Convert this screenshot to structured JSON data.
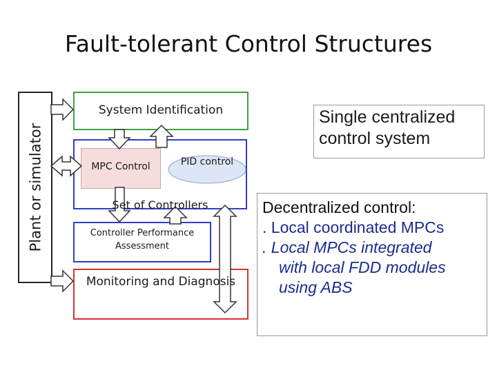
{
  "title": "Fault-tolerant Control Structures",
  "plant_label": "Plant or simulator",
  "blocks": {
    "system_identification": "System Identification",
    "mpc_control": "MPC Control",
    "pid_control": "PID control",
    "set_of_controllers": "Set of Controllers",
    "controller_performance": "Controller Performance Assessment",
    "monitoring": "Monitoring and Diagnosis"
  },
  "notes": {
    "single": "Single centralized control system",
    "decentralized_lines": [
      "Decentralized control:",
      ". Local coordinated MPCs",
      ". Local MPCs integrated",
      "with local FDD modules",
      "using ABS"
    ]
  },
  "colors": {
    "identification_border": "#3aa340",
    "controllers_border": "#2e3cc9",
    "monitoring_border": "#d63232",
    "mpc_fill": "#f6dcdc",
    "pid_fill": "#dde6f4"
  }
}
